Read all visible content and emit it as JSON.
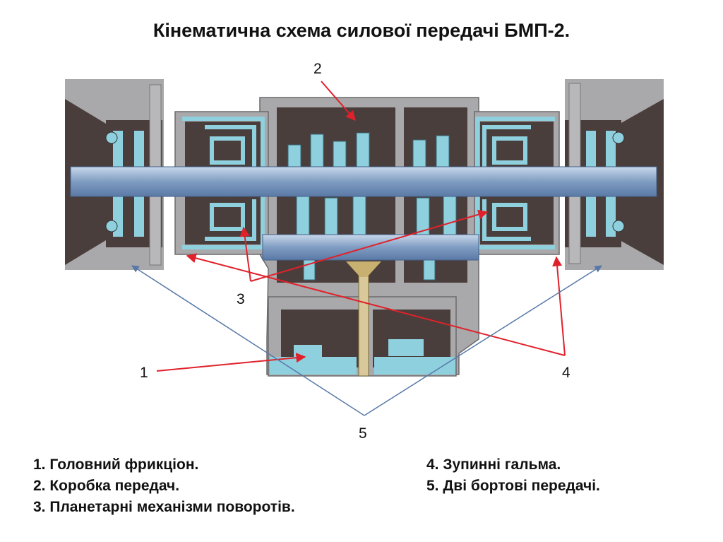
{
  "title": "Кінематична схема силової передачі БМП-2.",
  "callouts": {
    "n1": "1",
    "n2": "2",
    "n3": "3",
    "n4": "4",
    "n5": "5"
  },
  "legend": {
    "left": [
      "1. Головний фрикціон.",
      "2. Коробка передач.",
      "3. Планетарні механізми поворотів."
    ],
    "right": [
      "4. Зупинні гальма.",
      "5. Дві бортові передачі."
    ]
  },
  "colors": {
    "arrow_red": "#e0212b",
    "arrow_blue": "#5878a8",
    "housing_dark": "#4a3e3c",
    "housing_grey": "#a9a9ab",
    "part_cyan": "#8fd0de",
    "shaft_blue": "#8aa6c8"
  }
}
